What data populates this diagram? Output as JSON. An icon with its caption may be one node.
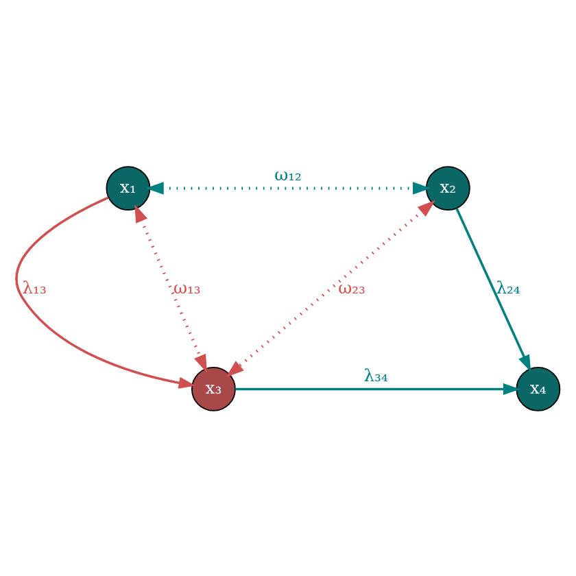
{
  "diagram": {
    "nodes": [
      {
        "text": [
          "x₁"
        ]
      },
      {
        "text": [
          "x₂"
        ]
      },
      {
        "text": [
          "x₃"
        ]
      },
      {
        "text": [
          "x₄"
        ]
      }
    ],
    "edges": [
      {
        "from": 0,
        "to": 1,
        "arrow": "both",
        "label": "ω₁₂",
        "style": "dashed",
        "color": "#008080"
      },
      {
        "from": 0,
        "to": 2,
        "arrow": "to",
        "label": "λ₁₃",
        "color": "#d05050"
      },
      {
        "from": 0,
        "to": 2,
        "arrow": "both",
        "label": "ω₁₃",
        "style": "dashed",
        "color": "#d05050"
      },
      {
        "from": 1,
        "to": 2,
        "arrow": "both",
        "label": "ω₂₃",
        "style": "dashed",
        "color": "#d05050"
      },
      {
        "from": 1,
        "to": 3,
        "arrow": "to",
        "label": "λ₂₄",
        "color": "#008080"
      },
      {
        "from": 2,
        "to": 3,
        "arrow": "to",
        "label": "λ₃₄",
        "color": "#008080"
      }
    ]
  }
}
